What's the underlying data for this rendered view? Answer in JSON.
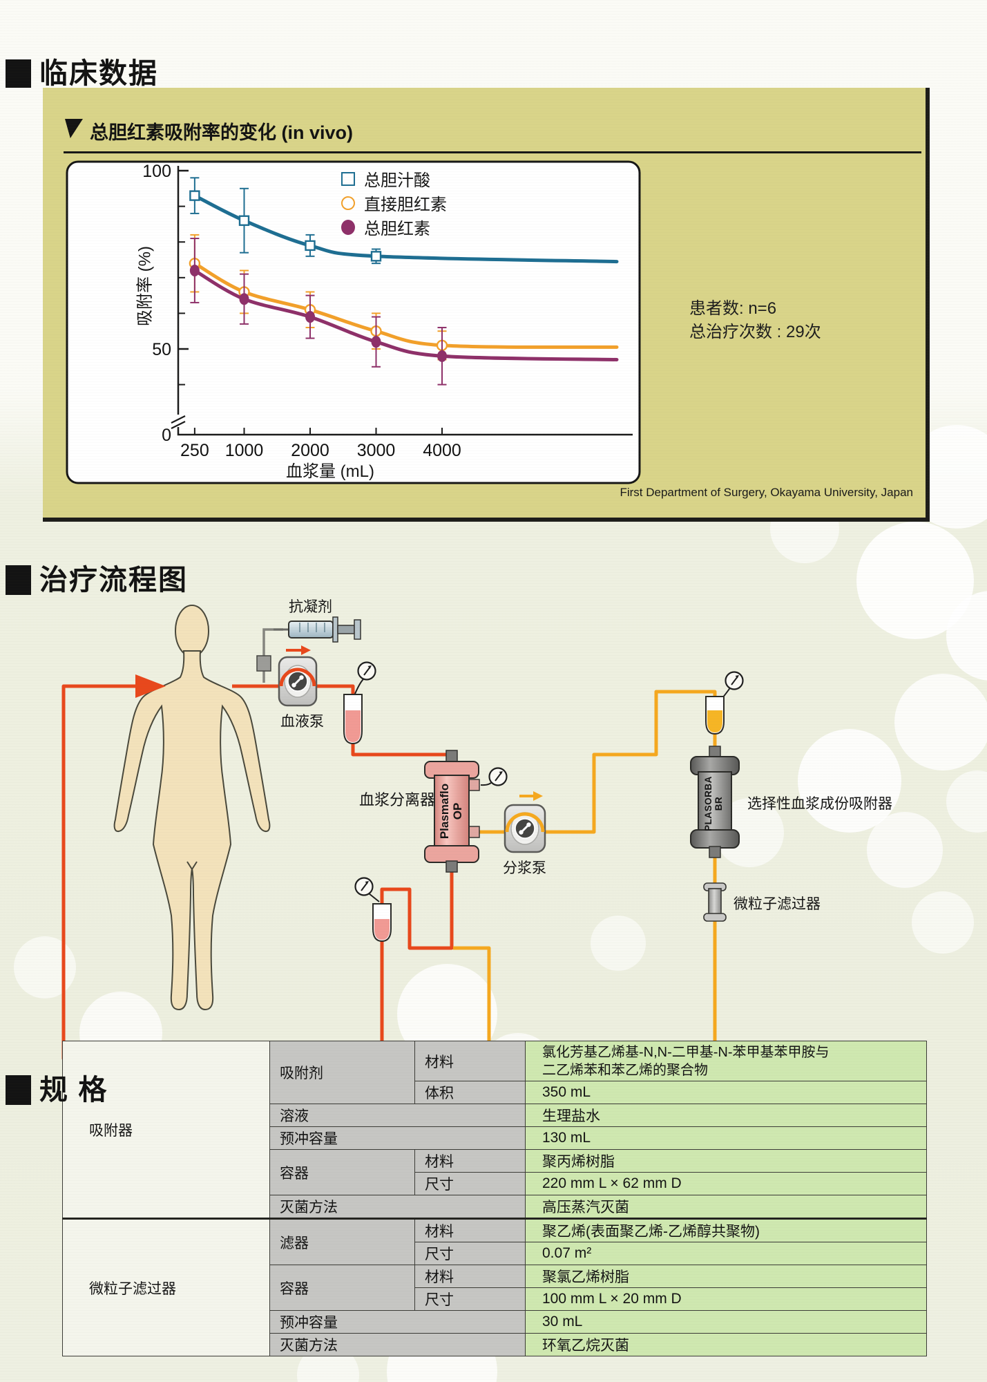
{
  "clinical": {
    "heading": "临床数据",
    "panel_title": "总胆红素吸附率的变化 (in vivo)",
    "source": "First Department of Surgery, Okayama University, Japan"
  },
  "chart_data": {
    "type": "line",
    "title": "总胆红素吸附率的变化 (in vivo)",
    "xlabel": "血浆量 (mL)",
    "ylabel": "吸附率 (%)",
    "x_ticks": [
      250,
      1000,
      2000,
      3000,
      4000
    ],
    "ylim": [
      0,
      100
    ],
    "y_major_ticks": [
      50,
      100
    ],
    "y_minor_ticks": [
      40,
      60,
      70,
      80,
      90
    ],
    "y_axis_break": true,
    "grid": "off",
    "legend_position": "top-right",
    "annotations": [
      "患者数: n=6",
      "总治疗次数 : 29次"
    ],
    "source": "First Department of Surgery, Okayama University, Japan",
    "series": [
      {
        "name": "总胆汁酸",
        "marker": "open-square",
        "color": "#1e6e92",
        "x": [
          250,
          1000,
          2000,
          3000
        ],
        "y": [
          93,
          86,
          79,
          76
        ],
        "err": [
          5,
          9,
          3,
          2
        ],
        "trend_end": 74.5
      },
      {
        "name": "直接胆红素",
        "marker": "open-circle",
        "color": "#f2a02a",
        "x": [
          250,
          1000,
          2000,
          3000,
          4000
        ],
        "y": [
          74,
          66,
          61,
          55,
          51
        ],
        "err": [
          8,
          6,
          5,
          5,
          4
        ],
        "trend_end": 50.5
      },
      {
        "name": "总胆红素",
        "marker": "filled-circle",
        "color": "#8e3069",
        "x": [
          250,
          1000,
          2000,
          3000,
          4000
        ],
        "y": [
          72,
          64,
          59,
          52,
          48
        ],
        "err": [
          9,
          7,
          6,
          7,
          8
        ],
        "trend_end": 47
      }
    ]
  },
  "flow": {
    "heading": "治疗流程图",
    "labels": {
      "anticoagulant": "抗凝剂",
      "blood_pump": "血液泵",
      "plasma_separator": "血浆分离器",
      "separator_line1": "Plasmaflo",
      "separator_line2": "OP",
      "plasma_pump": "分浆泵",
      "adsorber_line1": "PLASORBA",
      "adsorber_line2": "BR",
      "adsorber": "选择性血浆成份吸附器",
      "particle_filter": "微粒子滤过器"
    }
  },
  "specs": {
    "heading": "规 格",
    "group_adsorber": "吸附器",
    "group_filter": "微粒子滤过器",
    "lbl_adsorbent": "吸附剂",
    "lbl_material": "材料",
    "lbl_volume": "体积",
    "lbl_solution": "溶液",
    "lbl_priming_volume": "预冲容量",
    "lbl_container": "容器",
    "lbl_dimensions": "尺寸",
    "lbl_sterilization": "灭菌方法",
    "lbl_filter": "滤器",
    "adsorbent_material_line1": "氯化芳基乙烯基-N,N-二甲基-N-苯甲基苯甲胺与",
    "adsorbent_material_line2": "二乙烯苯和苯乙烯的聚合物",
    "adsorbent_volume": "350 mL",
    "solution": "生理盐水",
    "priming_volume_1": "130 mL",
    "container1_material": "聚丙烯树脂",
    "container1_dimensions": "220 mm L × 62 mm D",
    "sterilization_1": "高压蒸汽灭菌",
    "filter_material": "聚乙烯(表面聚乙烯-乙烯醇共聚物)",
    "filter_dimensions": "0.07 m²",
    "container2_material": "聚氯乙烯树脂",
    "container2_dimensions": "100 mm L × 20 mm D",
    "priming_volume_2": "30 mL",
    "sterilization_2": "环氧乙烷灭菌"
  }
}
